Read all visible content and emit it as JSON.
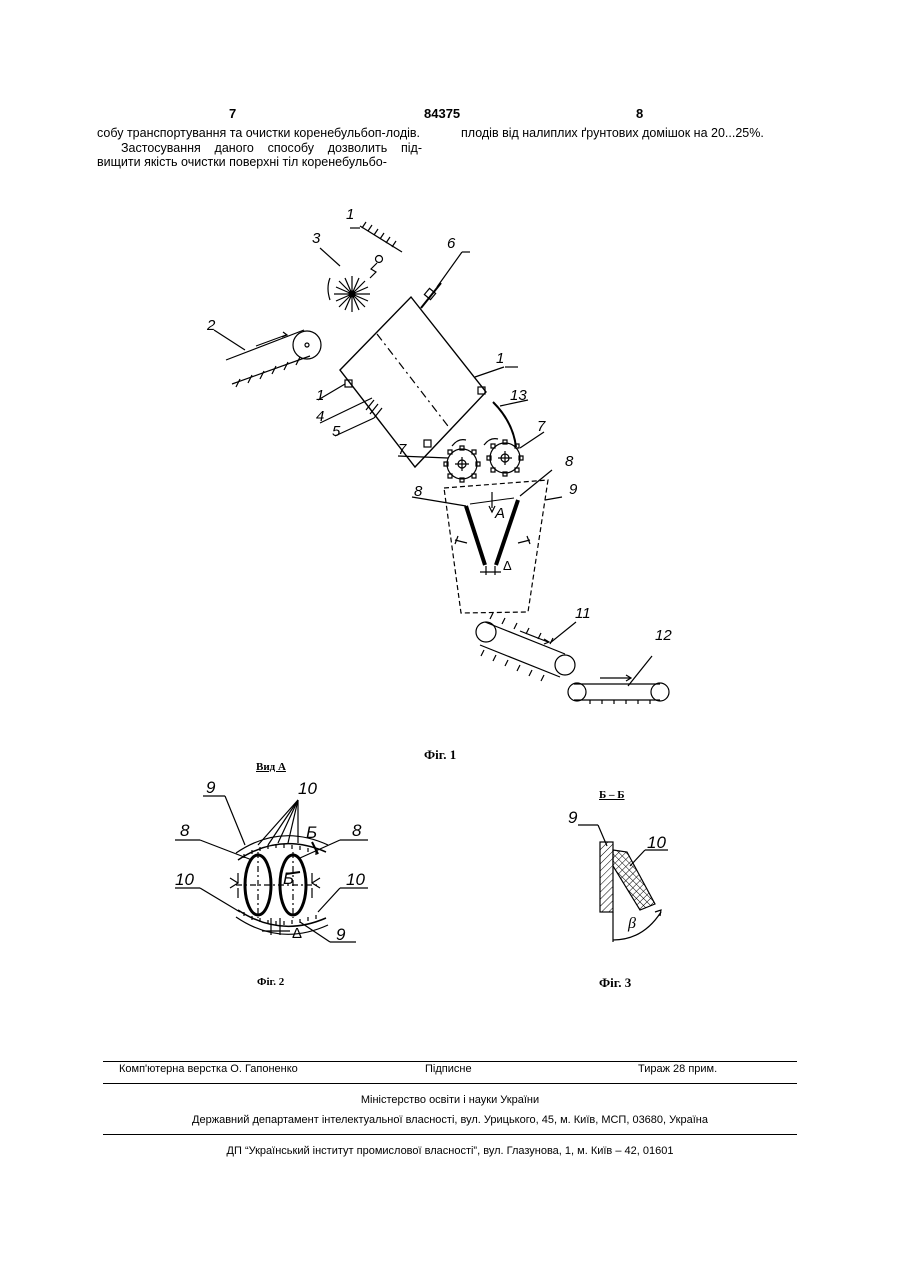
{
  "header": {
    "page_left": "7",
    "patent_no": "84375",
    "page_right": "8"
  },
  "text": {
    "left_para1": "собу транспортування та очистки коренебульбоп-лодів.",
    "left_para2": "Застосування даного способу дозволить під-вищити якість очистки поверхні тіл коренебульбо-",
    "right_para1": "плодів від налиплих ґрунтових домішок на 20...25%."
  },
  "figures": {
    "fig1": {
      "caption": "Фіг. 1",
      "labels": [
        "1",
        "3",
        "6",
        "2",
        "1",
        "1",
        "4",
        "5",
        "13",
        "7",
        "7",
        "8",
        "8",
        "9",
        "А",
        "Δ",
        "11",
        "12"
      ]
    },
    "fig2": {
      "view": "Вид А",
      "caption": "Фіг. 2",
      "labels": [
        "9",
        "10",
        "Б",
        "8",
        "8",
        "Б",
        "10",
        "10",
        "Δ",
        "9"
      ]
    },
    "fig3": {
      "section": "Б – Б",
      "caption": "Фіг. 3",
      "labels": [
        "9",
        "10",
        "β"
      ]
    }
  },
  "footer": {
    "typesetter": "Комп'ютерна верстка О. Гапоненко",
    "signed": "Підписне",
    "circulation": "Тираж 28 прим.",
    "ministry": "Міністерство освіти і науки України",
    "department": "Державний департамент інтелектуальної власності, вул. Урицького, 45, м. Київ, МСП, 03680, Україна",
    "institute": "ДП “Український інститут промислової власності”, вул. Глазунова, 1, м. Київ – 42, 01601"
  }
}
